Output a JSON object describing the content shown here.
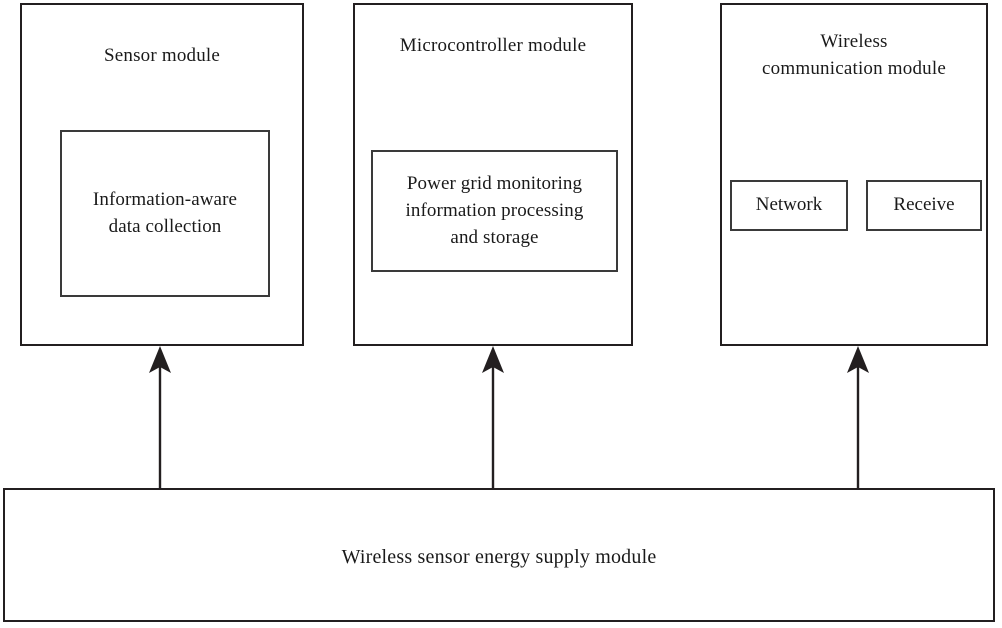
{
  "diagram": {
    "type": "block-diagram",
    "orientation": "three-top-modules-over-shared-power-bar",
    "modules": [
      {
        "id": "sensor-module",
        "title": "Sensor module",
        "inner": {
          "id": "information-aware-data-collection",
          "text": "Information-aware\ndata collection"
        }
      },
      {
        "id": "microcontroller-module",
        "title": "Microcontroller module",
        "inner": {
          "id": "power-grid-monitoring-information-processing-and-storage",
          "text": "Power grid monitoring\ninformation processing\nand storage"
        }
      },
      {
        "id": "wireless-communication-module",
        "title": "Wireless\ncommunication module",
        "chips": [
          {
            "id": "network",
            "label": "Network"
          },
          {
            "id": "receive",
            "label": "Receive"
          }
        ]
      }
    ],
    "power_bar": {
      "id": "wireless-sensor-energy-supply-module",
      "label": "Wireless sensor energy supply module"
    },
    "connections": [
      {
        "from": "wireless-sensor-energy-supply-module",
        "to": "sensor-module",
        "style": "arrow-up"
      },
      {
        "from": "wireless-sensor-energy-supply-module",
        "to": "microcontroller-module",
        "style": "arrow-up"
      },
      {
        "from": "wireless-sensor-energy-supply-module",
        "to": "wireless-communication-module",
        "style": "arrow-up"
      }
    ],
    "colors": {
      "background": "#ffffff",
      "stroke": "#231f20",
      "inner_stroke": "#3a3a3a",
      "text": "#1a1a1a"
    }
  }
}
